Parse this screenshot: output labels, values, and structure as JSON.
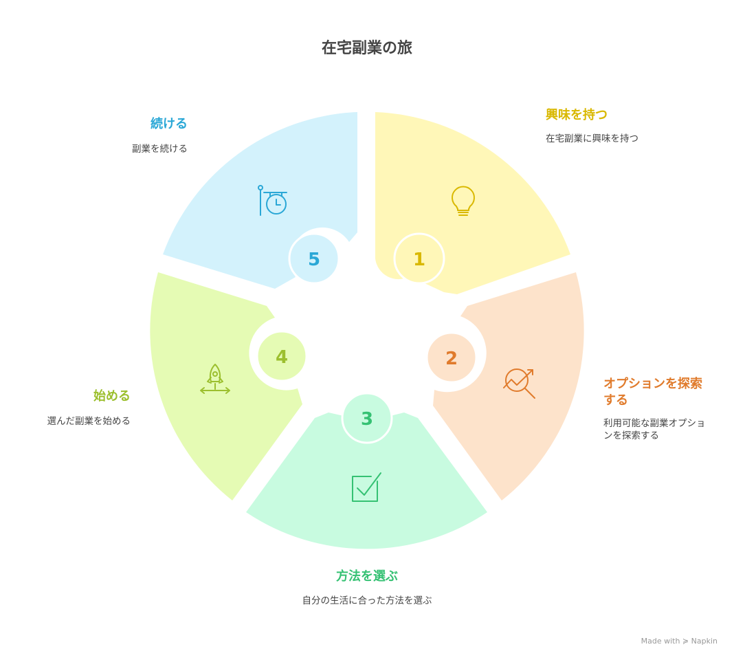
{
  "title": "在宅副業の旅",
  "steps": [
    {
      "number": "1",
      "heading": "興味を持つ",
      "description": "在宅副業に興味を持つ",
      "icon": "lightbulb-icon",
      "color": "#d9b800",
      "fill": "#fff7b8"
    },
    {
      "number": "2",
      "heading": "オプションを探索する",
      "description": "利用可能な副業オプションを探索する",
      "icon": "magnifier-chart-icon",
      "color": "#e07b2c",
      "fill": "#fde3cb"
    },
    {
      "number": "3",
      "heading": "方法を選ぶ",
      "description": "自分の生活に合った方法を選ぶ",
      "icon": "checkbox-icon",
      "color": "#35c173",
      "fill": "#c8fbe0"
    },
    {
      "number": "4",
      "heading": "始める",
      "description": "選んだ副業を始める",
      "icon": "rocket-icon",
      "color": "#9cbf2e",
      "fill": "#e5fbb4"
    },
    {
      "number": "5",
      "heading": "続ける",
      "description": "副業を続ける",
      "icon": "clock-sign-icon",
      "color": "#2aa7d6",
      "fill": "#d3f2fc"
    }
  ],
  "watermark": "Made with ≽ Napkin"
}
